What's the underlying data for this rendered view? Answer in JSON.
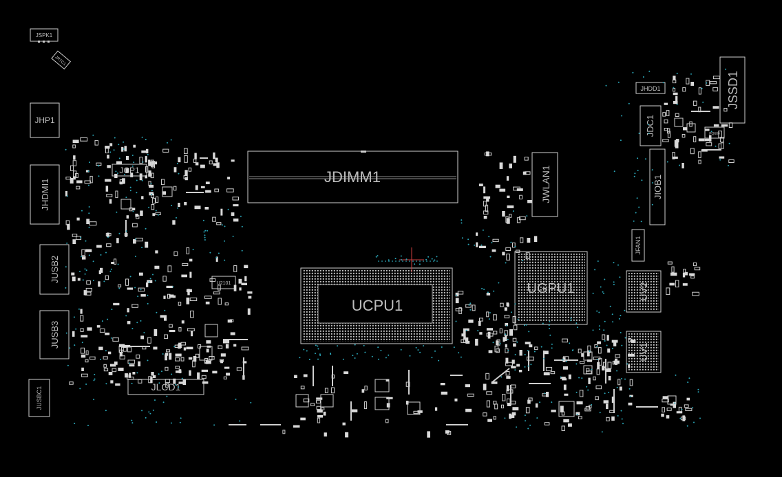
{
  "labels": {
    "jspk1": "JSPK1",
    "jrtc1": "JRTC1",
    "jhp1": "JHP1",
    "jhdmi1": "JHDMI1",
    "jcp1": "JCP1",
    "jusb2": "JUSB2",
    "jusb3": "JUSB3",
    "jusbc1": "JUSBC1",
    "jlcd1": "JLCD1",
    "jdimm1": "JDIMM1",
    "u2101": "U2101",
    "ucpu1": "UCPU1",
    "jwlan1": "JWLAN1",
    "ugpu1": "UGPU1",
    "jhdd1": "JHDD1",
    "jssd1": "JSSD1",
    "jdc1": "JDC1",
    "jiob1": "JIOB1",
    "jfan1": "JFAN1",
    "uv2": "UV2",
    "uv1": "UV1",
    "pq604": "PQ604"
  },
  "colors": {
    "background": "#000000",
    "silkscreen": "#cfcfcf",
    "via": "#2aa6b8",
    "cursor": "#d04040"
  }
}
